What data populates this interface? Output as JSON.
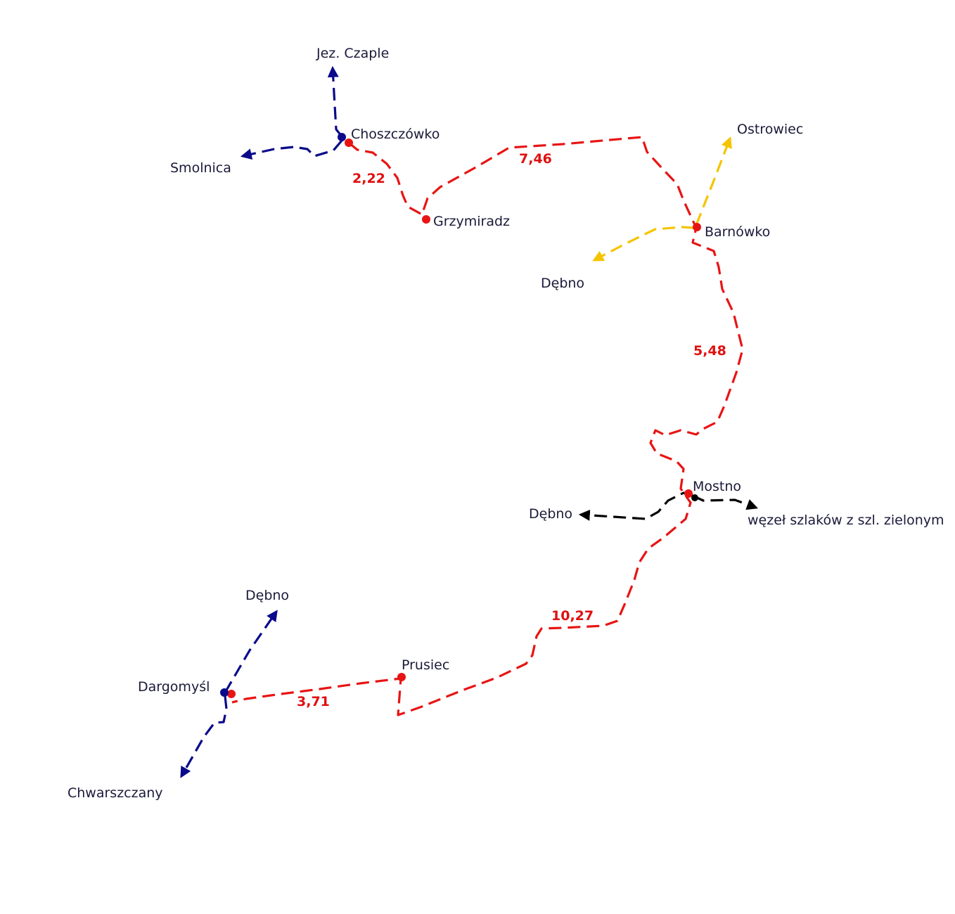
{
  "colors": {
    "red_trail": "#e81414",
    "blue_trail": "#0a0a8a",
    "yellow_trail": "#f5c400",
    "black_trail": "#000000",
    "label_text": "#1a1a3a",
    "distance_text": "#e01010"
  },
  "places": {
    "jez_czaple": "Jez. Czaple",
    "choszczowko": "Choszczówko",
    "smolnica": "Smolnica",
    "grzymiradz": "Grzymiradz",
    "ostrowiec": "Ostrowiec",
    "barnowko": "Barnówko",
    "debno_1": "Dębno",
    "mostno": "Mostno",
    "debno_2": "Dębno",
    "wezel": "węzeł szlaków z szl. zielonym",
    "debno_3": "Dębno",
    "dargomysl": "Dargomyśl",
    "prusiec": "Prusiec",
    "chwarszczany": "Chwarszczany"
  },
  "distances": {
    "d1": "2,22",
    "d2": "7,46",
    "d3": "5,48",
    "d4": "10,27",
    "d5": "3,71"
  }
}
